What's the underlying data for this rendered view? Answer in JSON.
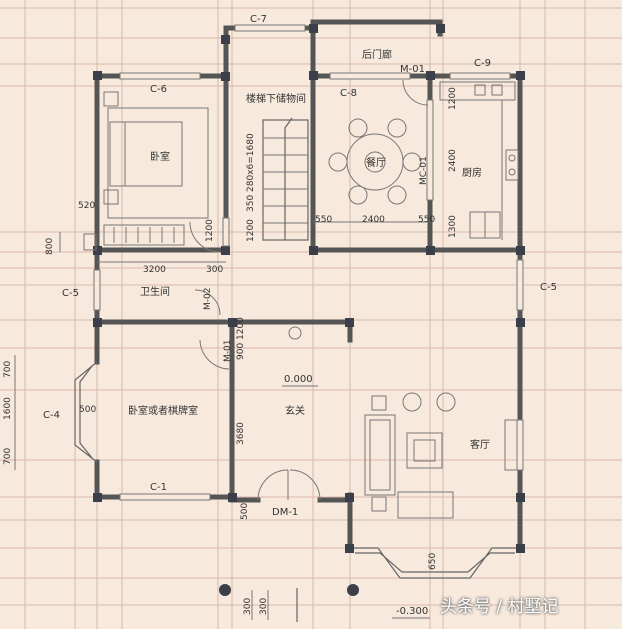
{
  "windows": {
    "c7": "C-7",
    "c6": "C-6",
    "c8": "C-8",
    "c9": "C-9",
    "c5_left": "C-5",
    "c5_right": "C-5",
    "c4": "C-4",
    "c1": "C-1"
  },
  "doors": {
    "m01_top": "M-01",
    "mc01": "MC-01",
    "m02": "M-02",
    "m01_mid": "M-01",
    "dm1": "DM-1"
  },
  "rooms": {
    "back_porch": "后门廊",
    "under_stair_storage": "楼梯下储物间",
    "bedroom": "卧室",
    "dining": "餐厅",
    "kitchen": "厨房",
    "bathroom": "卫生间",
    "bedroom_or_chess": "卧室或者棋牌室",
    "foyer": "玄关",
    "living": "客厅"
  },
  "dimensions": {
    "d520": "520",
    "d800": "800",
    "d3200": "3200",
    "d300": "300",
    "d550a": "550",
    "d2400a": "2400",
    "d550b": "550",
    "d1200a": "1200",
    "d2400b": "2400",
    "d1300": "1300",
    "d1200b": "1200",
    "stair": "350 280x6=1680",
    "d1200c": "1200",
    "d900": "900",
    "d1200d": "1200",
    "d3680": "3680",
    "d500a": "500",
    "d500b": "500",
    "d1600": "1600",
    "d700a": "700",
    "d700b": "700",
    "d650": "650",
    "d300b": "300",
    "d300c": "300"
  },
  "levels": {
    "floor": "0.000",
    "outside": "-0.300"
  },
  "watermark": "头条号 / 村墅记"
}
